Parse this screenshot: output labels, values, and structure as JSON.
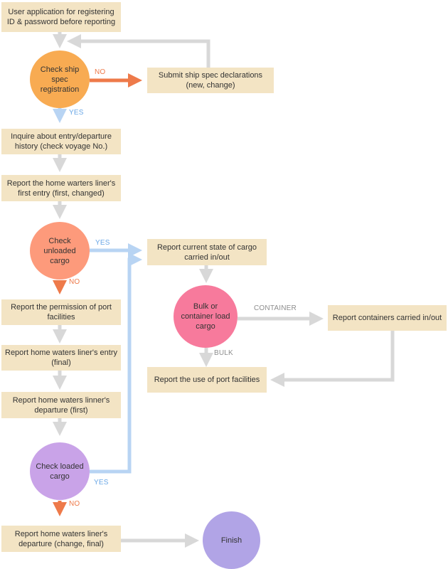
{
  "colors": {
    "box_fill": "#f3e4c4",
    "connector_grey": "#d8d8d8",
    "yes_blue": "#b8d4f3",
    "no_orange": "#ee7a4a",
    "check_registration": "#f8ab52",
    "check_unloaded": "#fd9a7b",
    "bulk_container": "#f77a9c",
    "check_loaded": "#c9a3e8",
    "finish": "#b1a4e6"
  },
  "nodes": {
    "user_application": "User application for registering ID & password before reporting",
    "check_registration": "Check ship spec registration",
    "submit_spec": "Submit ship spec declarations (new, change)",
    "inquire_history": "Inquire about entry/departure history (check voyage No.)",
    "report_first_entry": "Report the home warters liner's first entry (first, changed)",
    "check_unloaded": "Check unloaded cargo",
    "report_cargo_state": "Report current state of cargo carried in/out",
    "bulk_or_container": "Bulk or container load cargo",
    "report_containers": "Report containers carried in/out",
    "report_port_use": "Report the use of port facilities",
    "report_permission": "Report the permission of port facilities",
    "report_entry_final": "Report home waters liner's entry (final)",
    "report_departure_first": "Report home waters linner's departure (first)",
    "check_loaded": "Check loaded cargo",
    "report_departure_final": "Report home waters liner's departure (change, final)",
    "finish": "Finish"
  },
  "edge_labels": {
    "no_1": "NO",
    "yes_1": "YES",
    "yes_2": "YES",
    "no_2": "NO",
    "container": "CONTAINER",
    "bulk": "BULK",
    "yes_3": "YES",
    "no_3": "NO"
  }
}
